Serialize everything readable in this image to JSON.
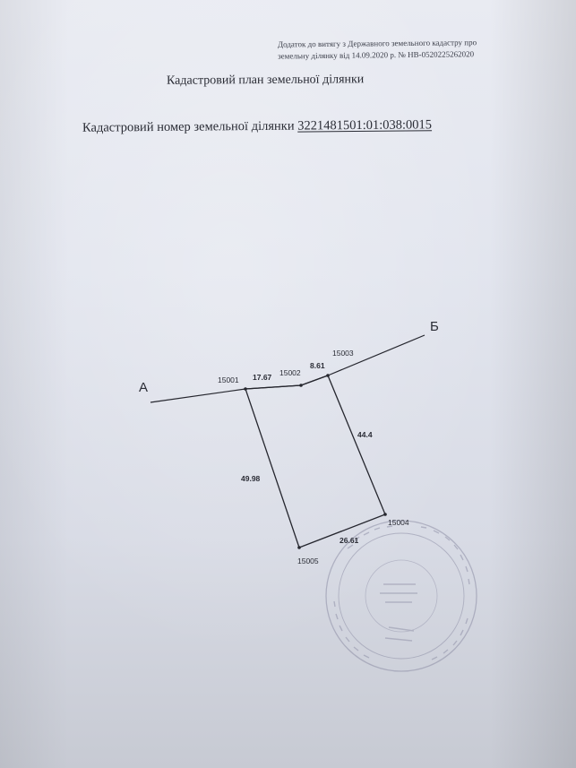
{
  "document": {
    "appendix_line_1": "Додаток до витягу з Державного земельного кадастру про",
    "appendix_line_2": "земельну ділянку від 14.09.2020 р. № НВ-0520225262020",
    "title": "Кадастровий план земельної ділянки",
    "cadastral_label": "Кадастровий номер земельної ділянки",
    "cadastral_number": "3221481501:01:038:0015"
  },
  "plan": {
    "line_ends": {
      "start": "А",
      "end": "Б"
    },
    "points": {
      "p1": "15001",
      "p2": "15002",
      "p3": "15003",
      "p4": "15004",
      "p5": "15005"
    },
    "distances": {
      "d_1_2": "17.67",
      "d_2_3": "8.61",
      "d_3_4": "44.4",
      "d_4_5": "26.61",
      "d_5_1": "49.98"
    }
  },
  "colors": {
    "paper": "#e4e7ef",
    "ink": "#2a2c35",
    "stamp": "#8e8fa6"
  }
}
